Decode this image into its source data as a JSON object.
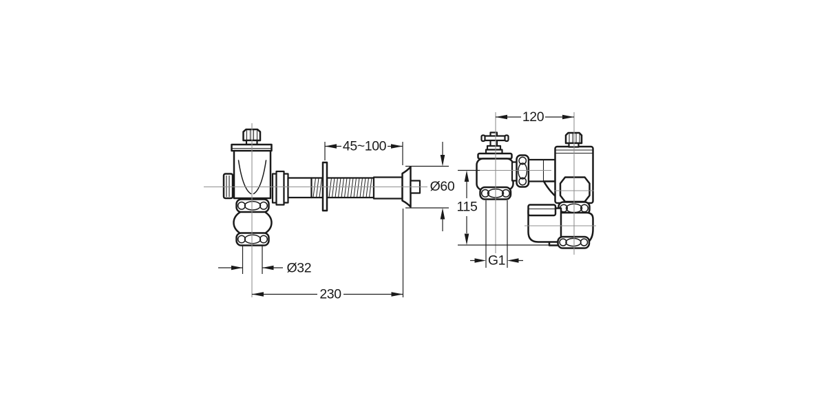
{
  "drawing": {
    "type": "technical-dimension-drawing",
    "subject": "flush-valve",
    "colors": {
      "background": "#ffffff",
      "line": "#1a1a1a",
      "centerline": "#8f8f8f"
    },
    "views": {
      "front": {
        "name": "front-view",
        "dims": {
          "wall_adjust": "45~100",
          "flange_diameter": "Ø60",
          "outlet_diameter": "Ø32",
          "depth": "230"
        }
      },
      "side": {
        "name": "side-view",
        "dims": {
          "width": "120",
          "height": "115",
          "inlet_thread": "G1"
        }
      }
    }
  }
}
